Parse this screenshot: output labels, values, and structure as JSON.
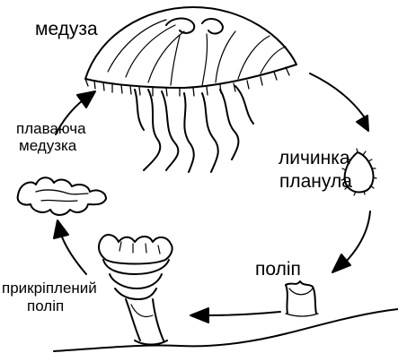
{
  "diagram": {
    "stages": {
      "medusa": "медуза",
      "planula_line1": "личинка",
      "planula_line2": "планула",
      "polyp": "поліп",
      "attached_polyp_line1": "прикріплений",
      "attached_polyp_line2": "поліп",
      "ephyra_line1": "плаваюча",
      "ephyra_line2": "медузка"
    },
    "icons": [
      "jellyfish-drawing",
      "planula-larva-drawing",
      "polyp-drawing",
      "strobila-drawing",
      "ephyra-drawing",
      "cycle-arrow"
    ],
    "colors": {
      "ink": "#000000",
      "background": "#ffffff"
    }
  }
}
